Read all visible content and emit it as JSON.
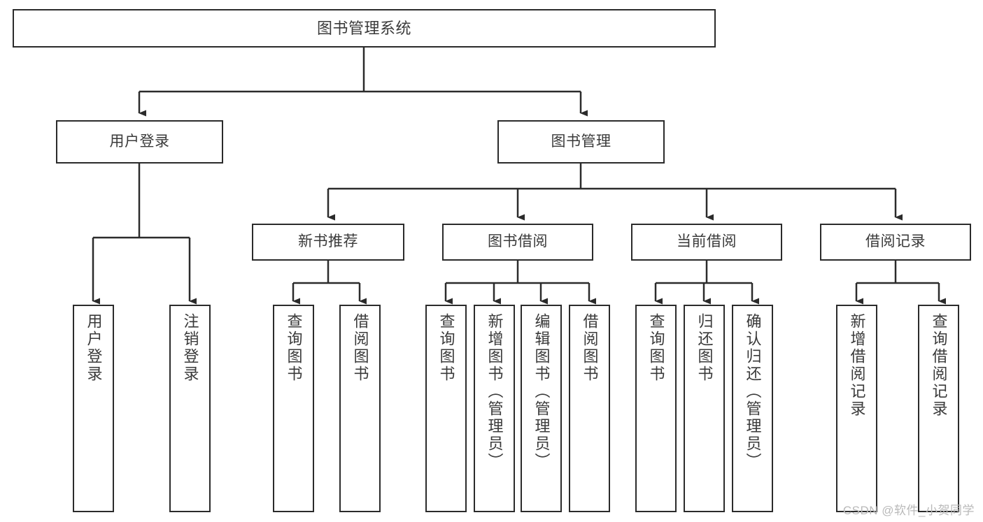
{
  "diagram": {
    "type": "tree",
    "title": "图书管理系统",
    "watermark": "CSDN @软件_小贺同学",
    "colors": {
      "stroke": "#2b2b2b",
      "text": "#3a3a3a",
      "background": "#ffffff",
      "watermark": "#b9b9b9"
    },
    "nodes": {
      "root": {
        "label": "图书管理系统"
      },
      "level2": [
        {
          "id": "user-login",
          "label": "用户登录"
        },
        {
          "id": "book-manage",
          "label": "图书管理"
        }
      ],
      "level3": [
        {
          "id": "new-book-recommend",
          "label": "新书推荐"
        },
        {
          "id": "book-borrow",
          "label": "图书借阅"
        },
        {
          "id": "current-borrow",
          "label": "当前借阅"
        },
        {
          "id": "borrow-record",
          "label": "借阅记录"
        }
      ],
      "leaves": [
        {
          "id": "leaf-user-login",
          "label": "用户登录",
          "parent": "user-login"
        },
        {
          "id": "leaf-logout-login",
          "label": "注销登录",
          "parent": "user-login"
        },
        {
          "id": "leaf-query-book-1",
          "label": "查询图书",
          "parent": "new-book-recommend"
        },
        {
          "id": "leaf-borrow-book-1",
          "label": "借阅图书",
          "parent": "new-book-recommend"
        },
        {
          "id": "leaf-query-book-2",
          "label": "查询图书",
          "parent": "book-borrow"
        },
        {
          "id": "leaf-add-book",
          "label": "新增图书（管理员）",
          "parent": "book-borrow"
        },
        {
          "id": "leaf-edit-book",
          "label": "编辑图书（管理员）",
          "parent": "book-borrow"
        },
        {
          "id": "leaf-borrow-book-2",
          "label": "借阅图书",
          "parent": "book-borrow"
        },
        {
          "id": "leaf-query-book-3",
          "label": "查询图书",
          "parent": "current-borrow"
        },
        {
          "id": "leaf-return-book",
          "label": "归还图书",
          "parent": "current-borrow"
        },
        {
          "id": "leaf-confirm-return",
          "label": "确认归还（管理员）",
          "parent": "current-borrow"
        },
        {
          "id": "leaf-add-record",
          "label": "新增借阅记录",
          "parent": "borrow-record"
        },
        {
          "id": "leaf-query-record",
          "label": "查询借阅记录",
          "parent": "borrow-record"
        }
      ]
    }
  }
}
